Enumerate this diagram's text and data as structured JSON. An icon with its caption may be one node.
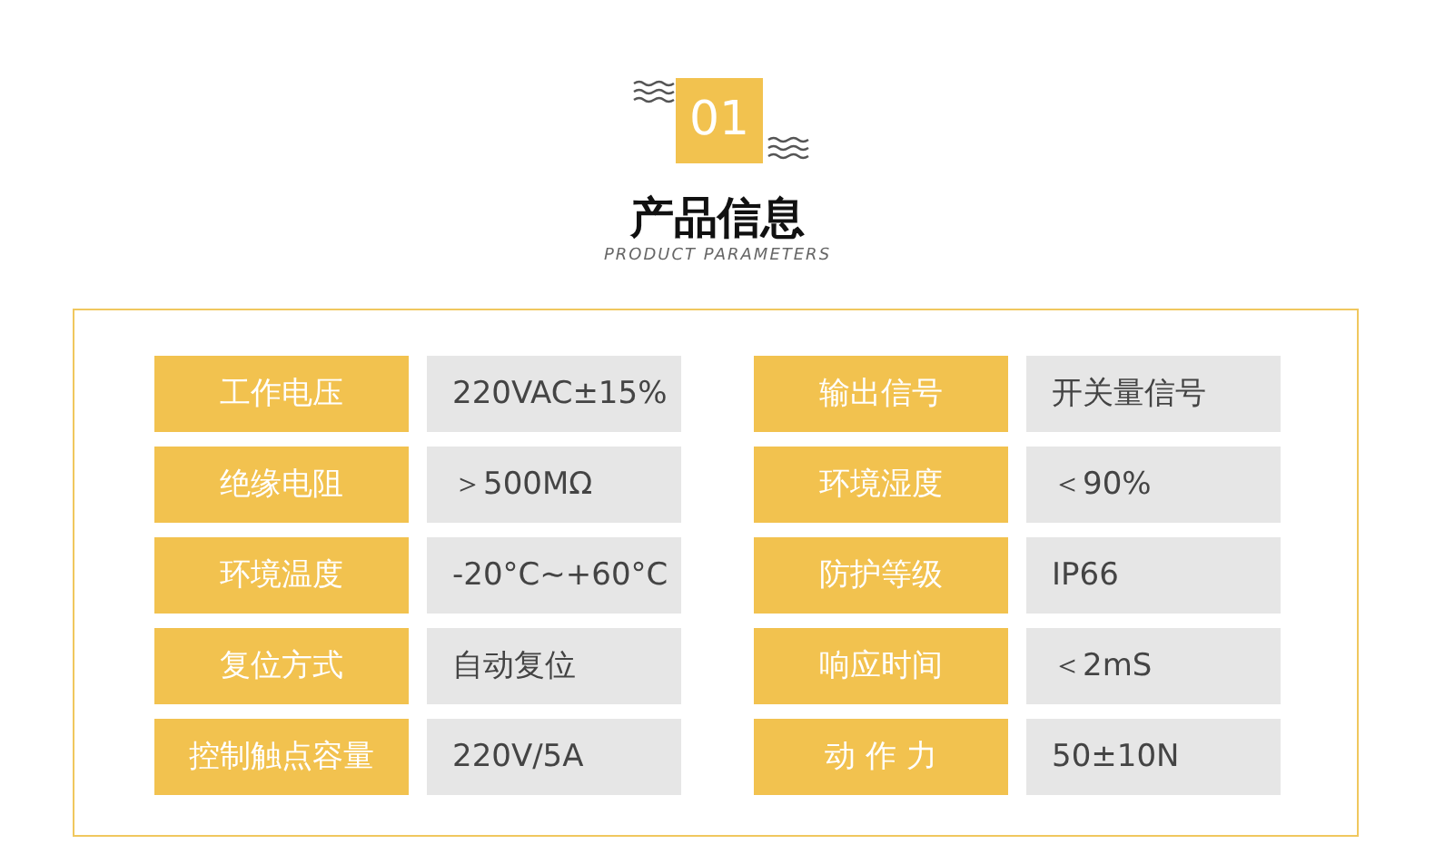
{
  "diagram": {
    "title": "产品信息",
    "labels": [
      "01",
      "PRODUCT PARAMETERS",
      "工作电压",
      "220VAC±15%",
      "输出信号",
      "开关量信号",
      "绝缘电阻",
      "＞500MΩ",
      "环境湿度",
      "＜90%",
      "环境温度",
      "-20°C~+60°C",
      "防护等级",
      "IP66",
      "复位方式",
      "自动复位",
      "响应时间",
      "＜2mS",
      "控制触点容量",
      "220V/5A",
      "动 作 力",
      "50±10N"
    ]
  }
}
